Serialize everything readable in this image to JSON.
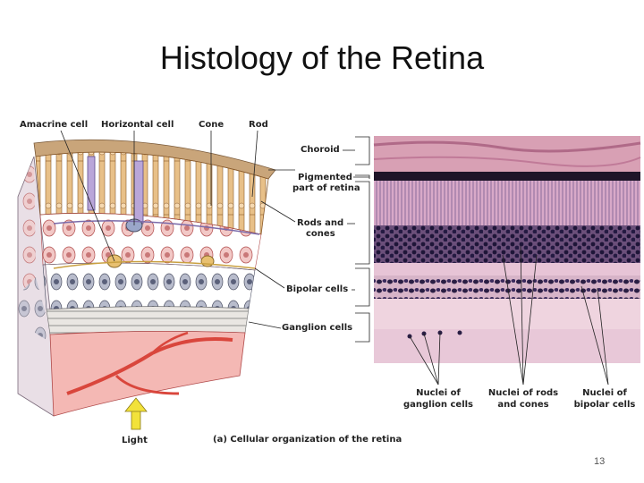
{
  "slide": {
    "title": "Histology of the Retina",
    "page_number": "13"
  },
  "figure": {
    "top_labels": {
      "amacrine": "Amacrine cell",
      "horizontal": "Horizontal cell",
      "cone": "Cone",
      "rod": "Rod"
    },
    "layer_labels": {
      "choroid": "Choroid",
      "pigmented_line1": "Pigmented",
      "pigmented_line2": "part of retina",
      "rods_cones_line1": "Rods and",
      "rods_cones_line2": "cones",
      "bipolar": "Bipolar cells",
      "ganglion": "Ganglion cells"
    },
    "bottom_labels": {
      "ganglion_nuclei_line1": "Nuclei of",
      "ganglion_nuclei_line2": "ganglion cells",
      "rod_cone_nuclei_line1": "Nuclei of rods",
      "rod_cone_nuclei_line2": "and cones",
      "bipolar_nuclei_line1": "Nuclei of",
      "bipolar_nuclei_line2": "bipolar cells"
    },
    "light_label": "Light",
    "caption": "(a) Cellular organization of the retina"
  },
  "colors": {
    "title": "#111111",
    "diagram_pink": "#f4b8b4",
    "vessel_red": "#d9463c",
    "rod_tan": "#e8c088",
    "histology_purple": "#3a2a5c",
    "light_arrow": "#f2e23a"
  }
}
